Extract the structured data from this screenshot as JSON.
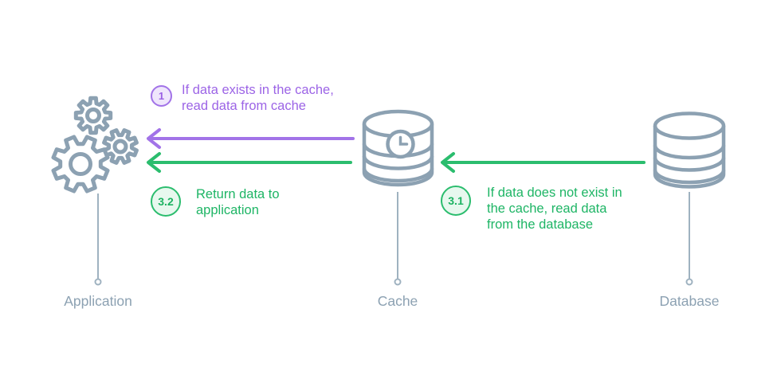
{
  "nodes": [
    {
      "id": "application",
      "label": "Application"
    },
    {
      "id": "cache",
      "label": "Cache"
    },
    {
      "id": "database",
      "label": "Database"
    }
  ],
  "steps": [
    {
      "badge": "1",
      "text": "If data exists in the cache, read data from cache"
    },
    {
      "badge": "3.1",
      "text": "If data does not exist in the cache, read data from the database"
    },
    {
      "badge": "3.2",
      "text": "Return data to application"
    }
  ],
  "colors": {
    "purple_accent": "#a273e8",
    "green_accent": "#2bbd6e",
    "icon_gray": "#8ca1b2"
  }
}
